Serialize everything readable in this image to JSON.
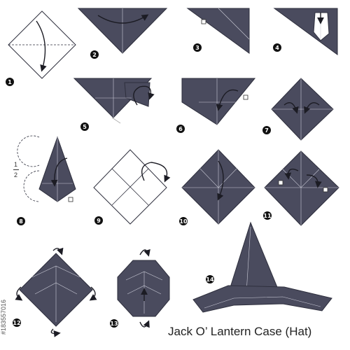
{
  "title": "Jack O’ Lantern  Case (Hat)",
  "steps": [
    "1",
    "2",
    "3",
    "4",
    "5",
    "6",
    "7",
    "8",
    "9",
    "10",
    "11",
    "12",
    "13",
    "14"
  ],
  "fraction": {
    "numerator": "1",
    "denominator": "2"
  },
  "credit": "#183557016",
  "colors": {
    "paper": "#4a4b5e",
    "outline": "#2e2f3d",
    "crease": "#c9cad6",
    "badge": "#111111"
  }
}
